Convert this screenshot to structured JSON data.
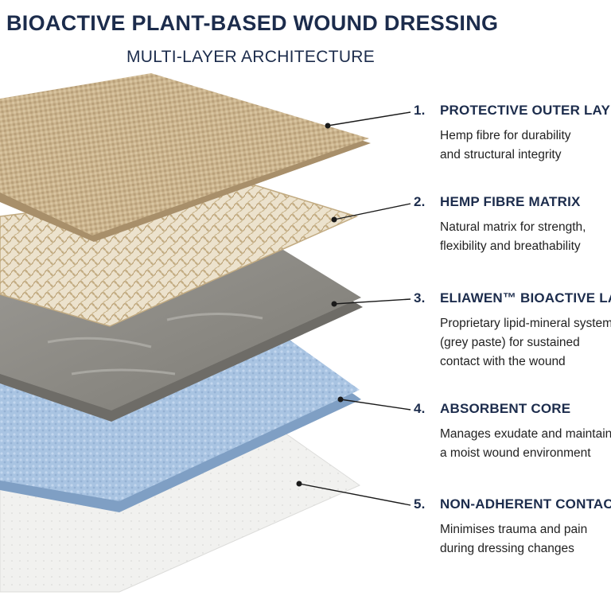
{
  "header": {
    "title": "BIOACTIVE PLANT-BASED WOUND DRESSING",
    "subtitle": "MULTI-LAYER ARCHITECTURE"
  },
  "layers": [
    {
      "number": "1.",
      "name": "PROTECTIVE OUTER LAYER",
      "description_lines": [
        "Hemp fibre for durability",
        "and structural integrity"
      ],
      "color": "#cbb48d"
    },
    {
      "number": "2.",
      "name": "HEMP FIBRE MATRIX",
      "description_lines": [
        "Natural matrix for strength,",
        "flexibility and breathability"
      ],
      "color": "#d9c6a0"
    },
    {
      "number": "3.",
      "name": "ELIAWEN™ BIOACTIVE LAYER",
      "description_lines": [
        "Proprietary lipid-mineral system",
        "(grey paste) for sustained",
        "contact with the wound"
      ],
      "color": "#8c8a84"
    },
    {
      "number": "4.",
      "name": "ABSORBENT CORE",
      "description_lines": [
        "Manages exudate and maintains",
        "a moist wound environment"
      ],
      "color": "#a9c4e2"
    },
    {
      "number": "5.",
      "name": "NON-ADHERENT CONTACT LAYER",
      "description_lines": [
        "Minimises trauma and pain",
        "during dressing changes"
      ],
      "color": "#efefed"
    }
  ],
  "colors": {
    "heading": "#1c2c4c",
    "leader_line": "#1a1a1a"
  }
}
